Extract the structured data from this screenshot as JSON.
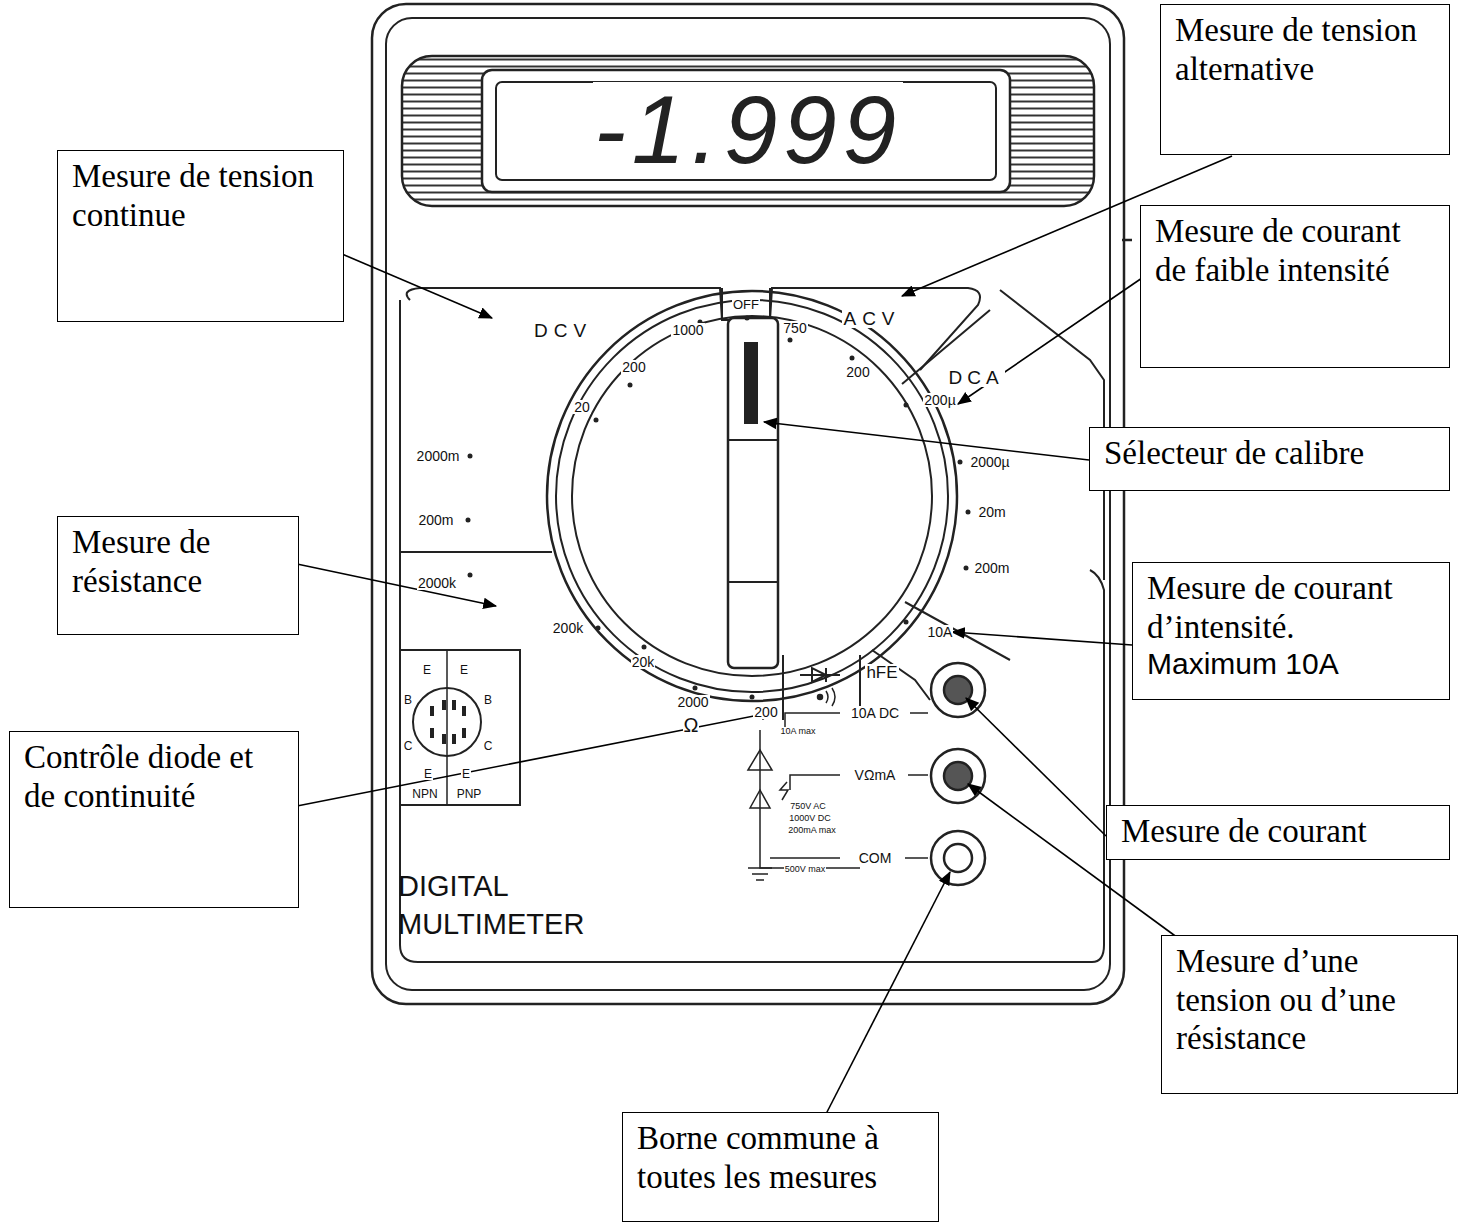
{
  "diagram": {
    "nodes": [
      {
        "text": [
          "Mesure de tension alternative"
        ]
      },
      {
        "text": [
          "Mesure de tension continue"
        ]
      },
      {
        "text": [
          "Mesure de courant de faible intensité"
        ]
      },
      {
        "text": [
          "Sélecteur de calibre"
        ]
      },
      {
        "text": [
          "Mesure de résistance"
        ]
      },
      {
        "text": [
          "Mesure  de courant d’intensité.",
          "Maximum 10A"
        ]
      },
      {
        "text": [
          "Contrôle diode et de continuité"
        ]
      },
      {
        "text": [
          "Mesure de courant"
        ]
      },
      {
        "text": [
          "Mesure d’une tension ou d’une résistance"
        ]
      },
      {
        "text": [
          "Borne commune à toutes les mesures"
        ]
      }
    ],
    "labels": [
      "-1.999",
      "DCV",
      "1000",
      "OFF",
      "750",
      "ACV",
      "200",
      "DCA",
      "200µ",
      "2000µ",
      "20m",
      "200m",
      "10A",
      "hFE",
      "200",
      "20",
      "2000m",
      "200m",
      "2000k",
      "200k",
      "20k",
      "2000",
      "Ω",
      "200",
      "E",
      "E",
      "B",
      "B",
      "C",
      "C",
      "E",
      "E",
      "NPN",
      "PNP",
      "10A DC",
      "10A max",
      "VΩmA",
      "750V AC",
      "1000V DC",
      "200mA max",
      "COM",
      "500V max",
      "DIGITAL MULTIMETER"
    ]
  }
}
